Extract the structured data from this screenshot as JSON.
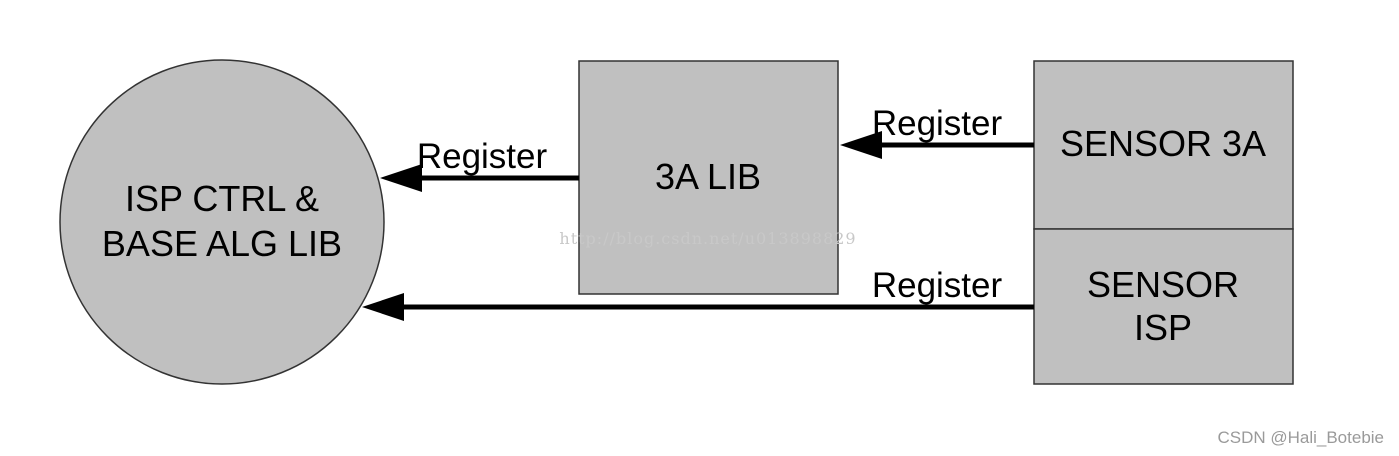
{
  "colors": {
    "node_fill": "#c0c0c0",
    "node_stroke": "#333333",
    "edge_color": "#000000"
  },
  "nodes": {
    "isp_ctrl": {
      "line1": "ISP CTRL &",
      "line2": "BASE ALG LIB",
      "shape": "circle"
    },
    "lib_3a": {
      "label": "3A LIB",
      "shape": "rectangle"
    },
    "sensor_3a": {
      "label": "SENSOR 3A",
      "shape": "rectangle"
    },
    "sensor_isp": {
      "line1": "SENSOR",
      "line2": "ISP",
      "shape": "rectangle"
    }
  },
  "edges": [
    {
      "from": "lib_3a",
      "to": "isp_ctrl",
      "label": "Register"
    },
    {
      "from": "sensor_3a",
      "to": "lib_3a",
      "label": "Register"
    },
    {
      "from": "sensor_isp",
      "to": "isp_ctrl",
      "label": "Register"
    }
  ],
  "watermark": {
    "url": "http://blog.csdn.net/u013898829",
    "credit": "CSDN @Hali_Botebie"
  }
}
